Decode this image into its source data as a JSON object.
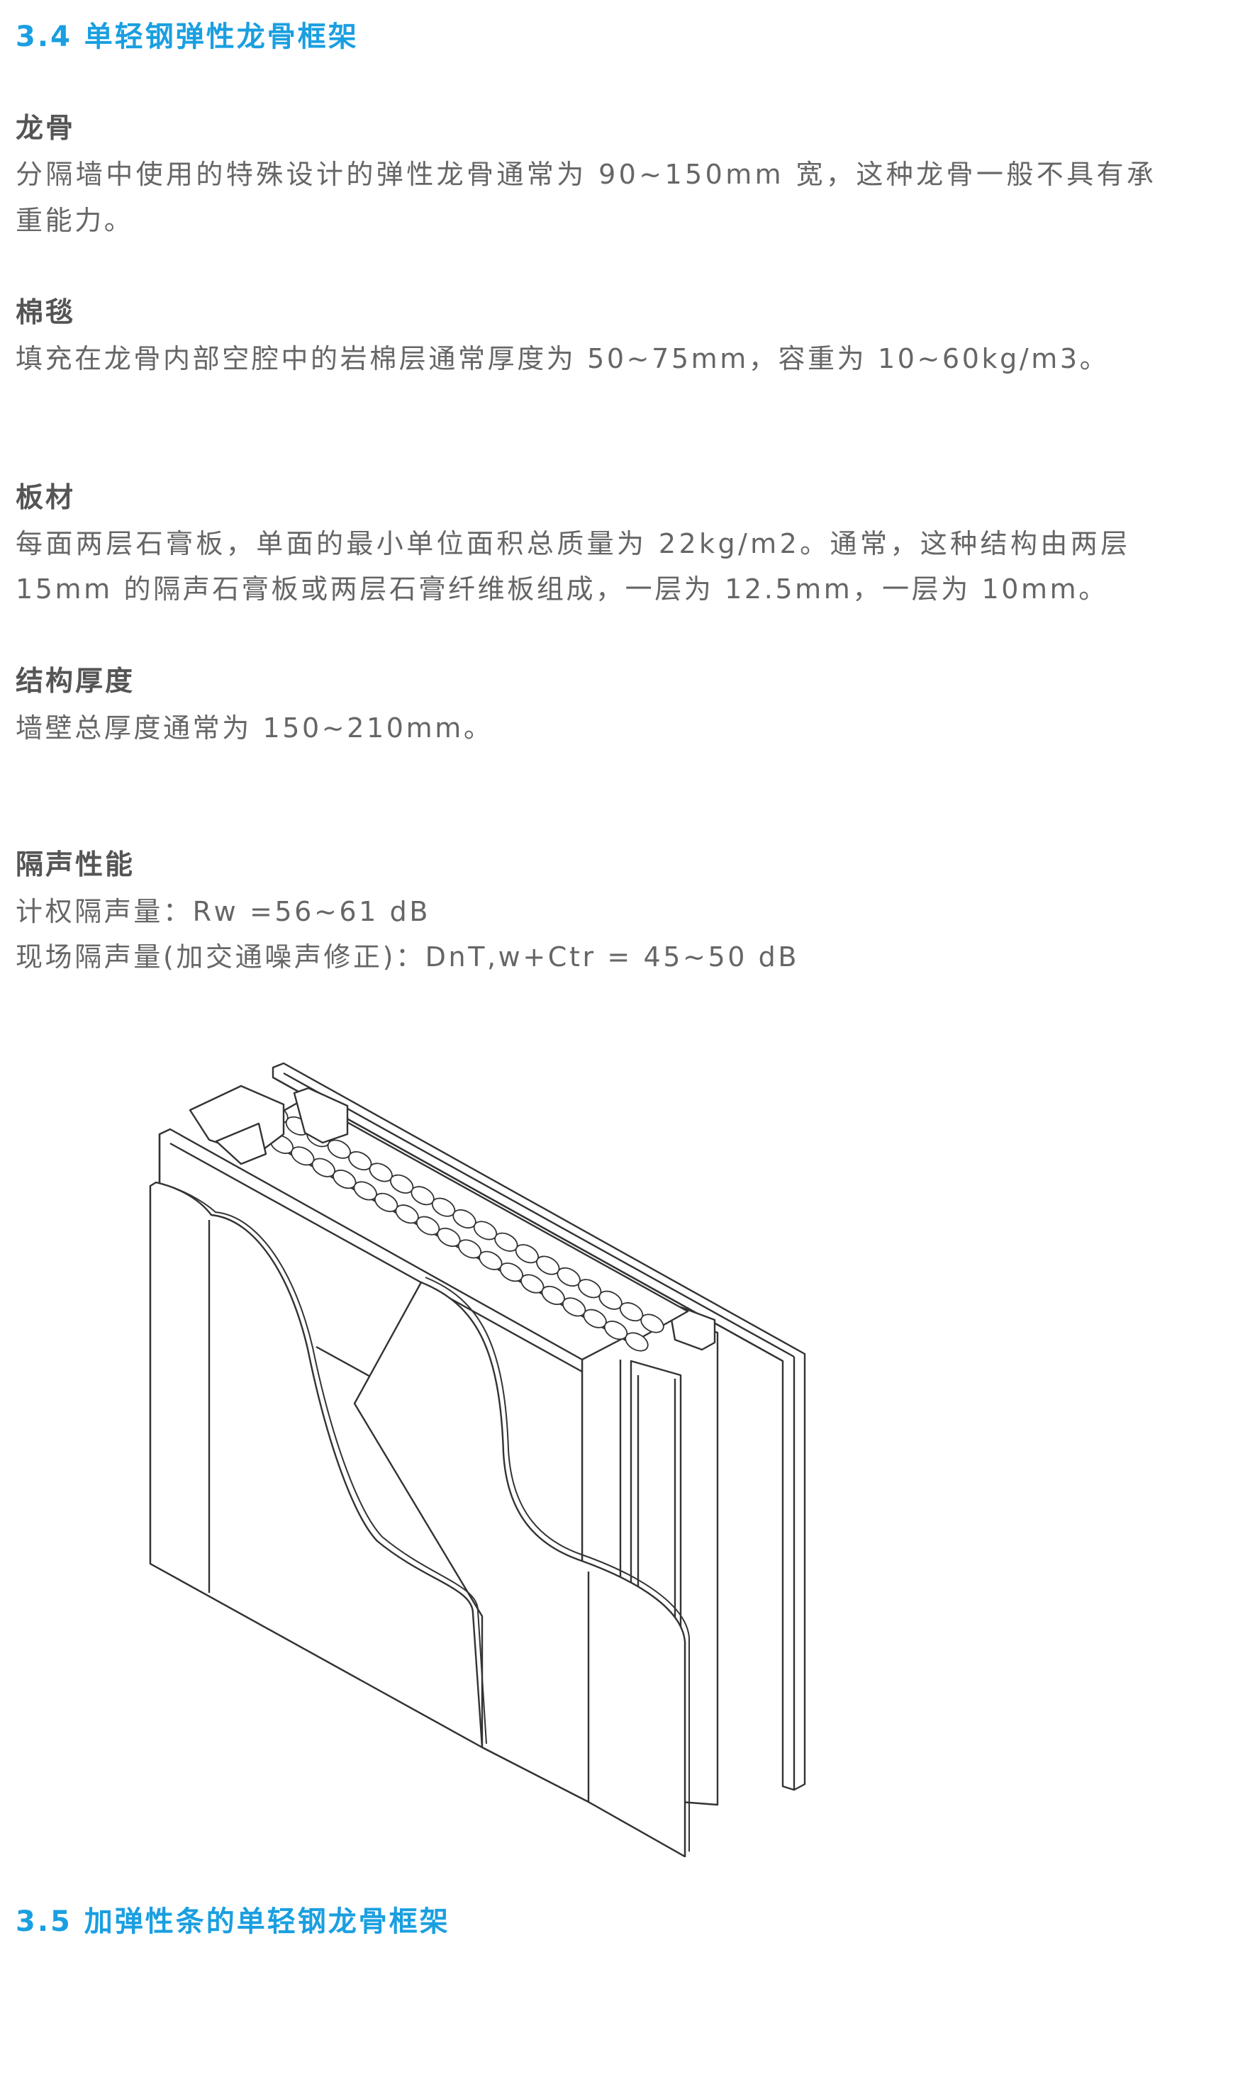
{
  "section_34": {
    "title": "3.4  单轻钢弹性龙骨框架"
  },
  "blocks": [
    {
      "heading": "龙骨",
      "lines": [
        "分隔墙中使用的特殊设计的弹性龙骨通常为 90~150mm 宽，这种龙骨一般不具有承",
        "重能力。"
      ]
    },
    {
      "heading": "棉毯",
      "lines": [
        "填充在龙骨内部空腔中的岩棉层通常厚度为 50~75mm，容重为 10~60kg/m3。"
      ]
    },
    {
      "heading": "板材",
      "lines": [
        "每面两层石膏板，单面的最小单位面积总质量为 22kg/m2。通常，这种结构由两层",
        "15mm 的隔声石膏板或两层石膏纤维板组成，一层为 12.5mm，一层为 10mm。"
      ]
    },
    {
      "heading": "结构厚度",
      "lines": [
        "墙壁总厚度通常为 150~210mm。"
      ]
    },
    {
      "heading": "隔声性能",
      "lines": [
        "计权隔声量：Rw =56~61 dB",
        "现场隔声量(加交通噪声修正)：DnT,w+Ctr = 45~50 dB"
      ]
    }
  ],
  "section_35": {
    "title": "3.5  加弹性条的单轻钢龙骨框架"
  }
}
